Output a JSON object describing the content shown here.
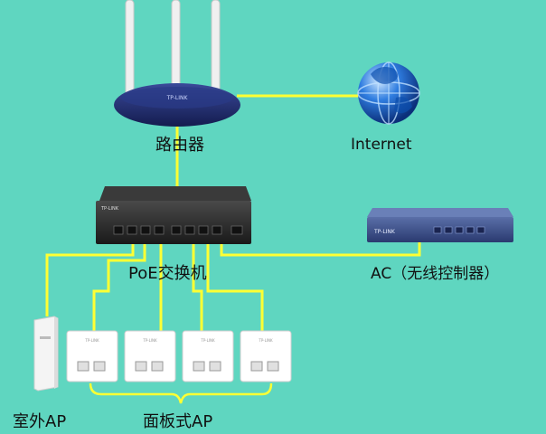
{
  "labels": {
    "router": "路由器",
    "internet": "Internet",
    "poe_switch": "PoE交换机",
    "ac": "AC（无线控制器）",
    "outdoor_ap": "室外AP",
    "panel_ap": "面板式AP"
  },
  "brand": {
    "router_logo": "TP-LINK",
    "ac_logo": "TP-LINK",
    "switch_logo": "TP-LINK",
    "panel_logo": "TP-LINK"
  },
  "colors": {
    "background": "#5fd6c0",
    "cable": "#ffff33",
    "device_dark": "#1f2a6b",
    "switch_body": "#2e2e2e"
  }
}
